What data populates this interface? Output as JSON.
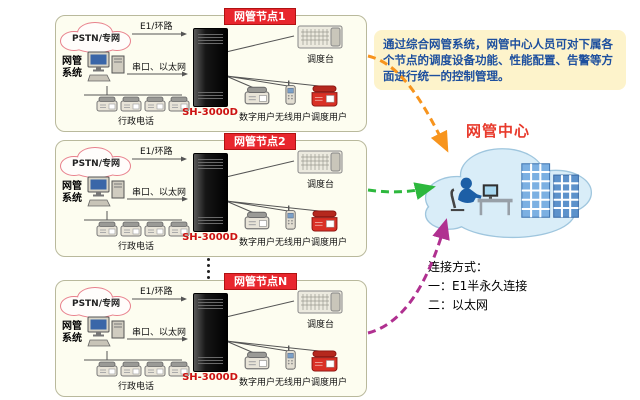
{
  "nodes": [
    {
      "title": "网管节点1",
      "pstn": "PSTN/专网",
      "link": "E1/环路",
      "nms": "网管系统",
      "serial": "串口、以太网",
      "server": "SH-3000D",
      "admin": "行政电话",
      "console": "调度台",
      "users": [
        "数字用户",
        "无线用户",
        "调度用户"
      ]
    },
    {
      "title": "网管节点2",
      "pstn": "PSTN/专网",
      "link": "E1/环路",
      "nms": "网管系统",
      "serial": "串口、以太网",
      "server": "SH-3000D",
      "admin": "行政电话",
      "console": "调度台",
      "users": [
        "数字用户",
        "无线用户",
        "调度用户"
      ]
    },
    {
      "title": "网管节点N",
      "pstn": "PSTN/专网",
      "link": "E1/环路",
      "nms": "网管系统",
      "serial": "串口、以太网",
      "server": "SH-3000D",
      "admin": "行政电话",
      "console": "调度台",
      "users": [
        "数字用户",
        "无线用户",
        "调度用户"
      ]
    }
  ],
  "center": {
    "description": "通过综合网管系统，网管中心人员可对下属各个节点的调度设备功能、性能配置、告警等方面进行统一的控制管理。",
    "title": "网管中心",
    "connection_title": "连接方式：",
    "connection_items": [
      "一：E1半永久连接",
      "二：以太网"
    ]
  },
  "connections": [
    {
      "from": "网管节点1",
      "to": "网管中心",
      "color": "#f7941d",
      "style": "dashed"
    },
    {
      "from": "网管节点2",
      "to": "网管中心",
      "color": "#2db83d",
      "style": "dashed"
    },
    {
      "from": "网管节点N",
      "to": "网管中心",
      "color": "#b03090",
      "style": "dashed"
    }
  ],
  "colors": {
    "banner_red": "#e8262d",
    "server_label_red": "#cc1111",
    "description_blue": "#1d4f9e",
    "center_title_red": "#e8392b",
    "node_background": "#fdfdf0",
    "description_background": "#fdf3cb"
  }
}
